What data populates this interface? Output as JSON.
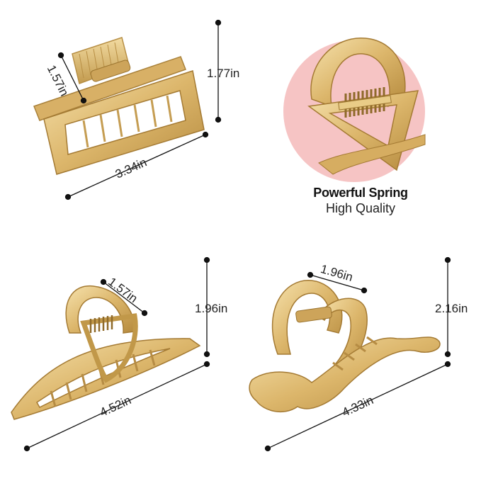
{
  "clip_rectangle": {
    "width": "3.34in",
    "height": "1.77in",
    "depth": "1.57in"
  },
  "spring_closeup": {
    "title": "Powerful Spring",
    "subtitle": "High Quality"
  },
  "clip_long": {
    "width": "4.52in",
    "height": "1.96in",
    "depth": "1.57in"
  },
  "clip_wave": {
    "width": "4.33in",
    "height": "2.16in",
    "depth": "1.96in"
  },
  "colors": {
    "gold_light": "#f4dca0",
    "gold_mid": "#d9b56a",
    "gold_dark": "#a87f35",
    "circle_bg": "#f6c4c4",
    "dimension_line": "#111111"
  }
}
